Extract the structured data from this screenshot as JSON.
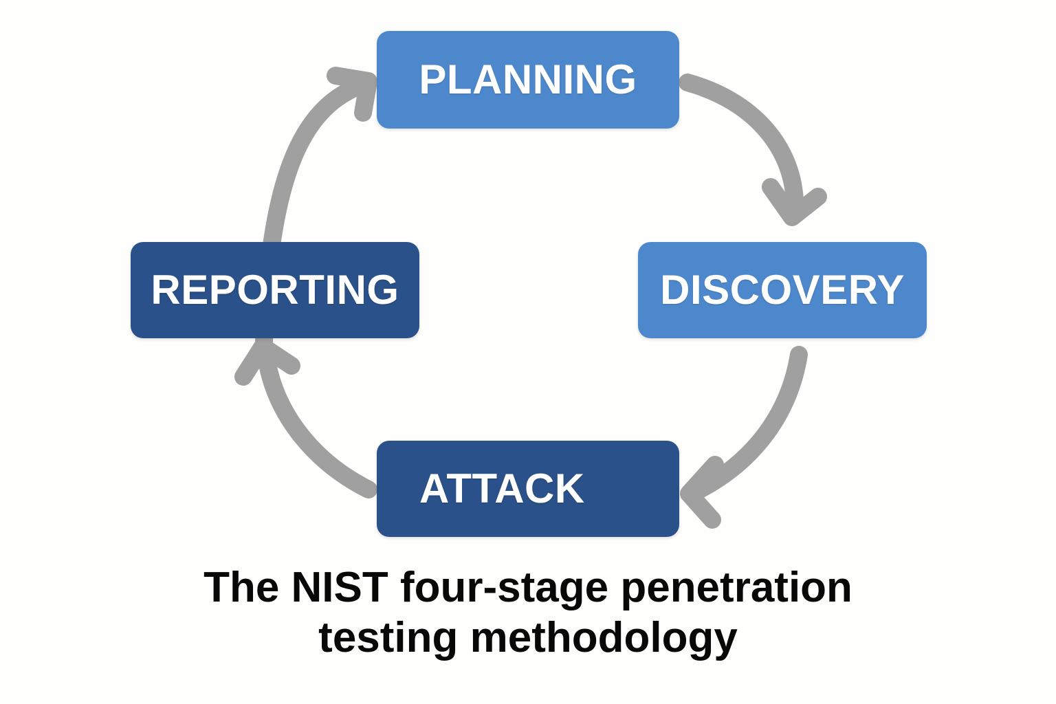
{
  "diagram": {
    "title": "The NIST four-stage penetration testing methodology",
    "background_color": "#fefefc",
    "colors": {
      "light_blue": "#4e88cc",
      "dark_blue": "#2a5189",
      "arrow_gray": "#a0a0a0",
      "label_text": "#ffffff",
      "caption_text": "#080808"
    },
    "stages": [
      {
        "id": "planning",
        "label": "PLANNING",
        "color": "#4e88cc",
        "position": "top"
      },
      {
        "id": "discovery",
        "label": "DISCOVERY",
        "color": "#4e88cc",
        "position": "right"
      },
      {
        "id": "attack",
        "label": "ATTACK",
        "color": "#2a5189",
        "position": "bottom"
      },
      {
        "id": "reporting",
        "label": "REPORTING",
        "color": "#2a5189",
        "position": "left"
      }
    ],
    "arrows": [
      {
        "id": "planning-to-discovery",
        "from": "planning",
        "to": "discovery",
        "direction": "clockwise"
      },
      {
        "id": "discovery-to-attack",
        "from": "discovery",
        "to": "attack",
        "direction": "clockwise"
      },
      {
        "id": "attack-to-reporting",
        "from": "attack",
        "to": "reporting",
        "direction": "clockwise"
      },
      {
        "id": "reporting-to-planning",
        "from": "reporting",
        "to": "planning",
        "direction": "clockwise"
      }
    ],
    "caption": {
      "line1": "The NIST four-stage penetration",
      "line2": "testing methodology"
    }
  }
}
